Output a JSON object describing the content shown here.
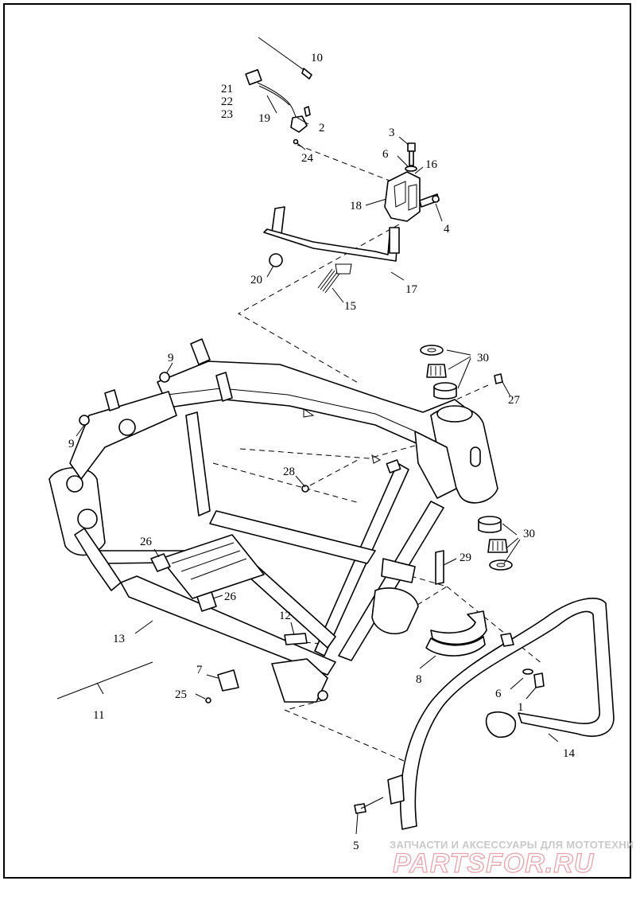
{
  "callouts": [
    {
      "id": "c1",
      "text": "1"
    },
    {
      "id": "c2",
      "text": "2"
    },
    {
      "id": "c3",
      "text": "3"
    },
    {
      "id": "c4",
      "text": "4"
    },
    {
      "id": "c5",
      "text": "5"
    },
    {
      "id": "c6a",
      "text": "6"
    },
    {
      "id": "c6b",
      "text": "6"
    },
    {
      "id": "c7",
      "text": "7"
    },
    {
      "id": "c8",
      "text": "8"
    },
    {
      "id": "c9a",
      "text": "9"
    },
    {
      "id": "c9b",
      "text": "9"
    },
    {
      "id": "c10",
      "text": "10"
    },
    {
      "id": "c11",
      "text": "11"
    },
    {
      "id": "c12",
      "text": "12"
    },
    {
      "id": "c13",
      "text": "13"
    },
    {
      "id": "c14",
      "text": "14"
    },
    {
      "id": "c15",
      "text": "15"
    },
    {
      "id": "c16",
      "text": "16"
    },
    {
      "id": "c17",
      "text": "17"
    },
    {
      "id": "c18",
      "text": "18"
    },
    {
      "id": "c19",
      "text": "19"
    },
    {
      "id": "c20",
      "text": "20"
    },
    {
      "id": "c21",
      "text": "21"
    },
    {
      "id": "c22",
      "text": "22"
    },
    {
      "id": "c23",
      "text": "23"
    },
    {
      "id": "c24",
      "text": "24"
    },
    {
      "id": "c25",
      "text": "25"
    },
    {
      "id": "c26a",
      "text": "26"
    },
    {
      "id": "c26b",
      "text": "26"
    },
    {
      "id": "c27",
      "text": "27"
    },
    {
      "id": "c28",
      "text": "28"
    },
    {
      "id": "c29",
      "text": "29"
    },
    {
      "id": "c30a",
      "text": "30"
    },
    {
      "id": "c30b",
      "text": "30"
    }
  ],
  "watermark": {
    "tagline": "ЗАПЧАСТИ И АКСЕССУАРЫ ДЛЯ МОТОТЕХНИКИ",
    "brand": "PARTSFOR.RU"
  }
}
